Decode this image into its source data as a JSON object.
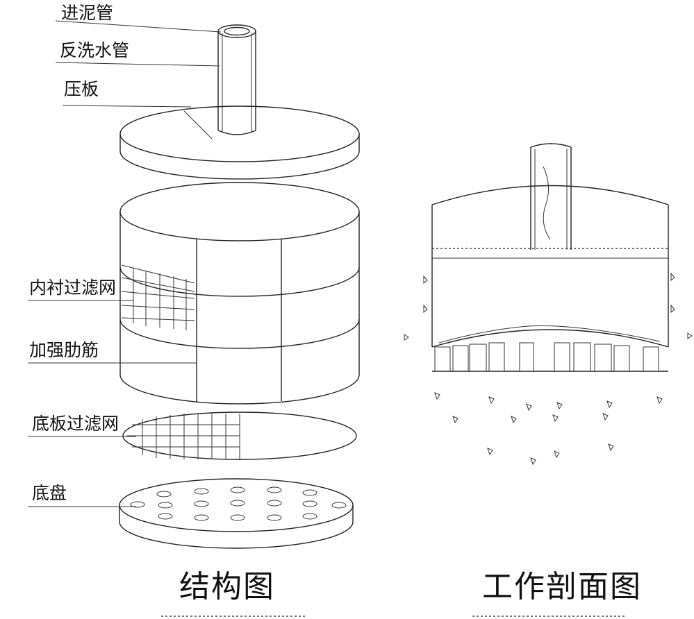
{
  "labels": {
    "inlet_pipe": "进泥管",
    "backwash_pipe": "反洗水管",
    "press_plate": "压板",
    "liner_filter": "内衬过滤网",
    "rib": "加强肋筋",
    "bottom_filter": "底板过滤网",
    "base": "底盘"
  },
  "captions": {
    "structure": "结构图",
    "section": "工作剖面图"
  }
}
